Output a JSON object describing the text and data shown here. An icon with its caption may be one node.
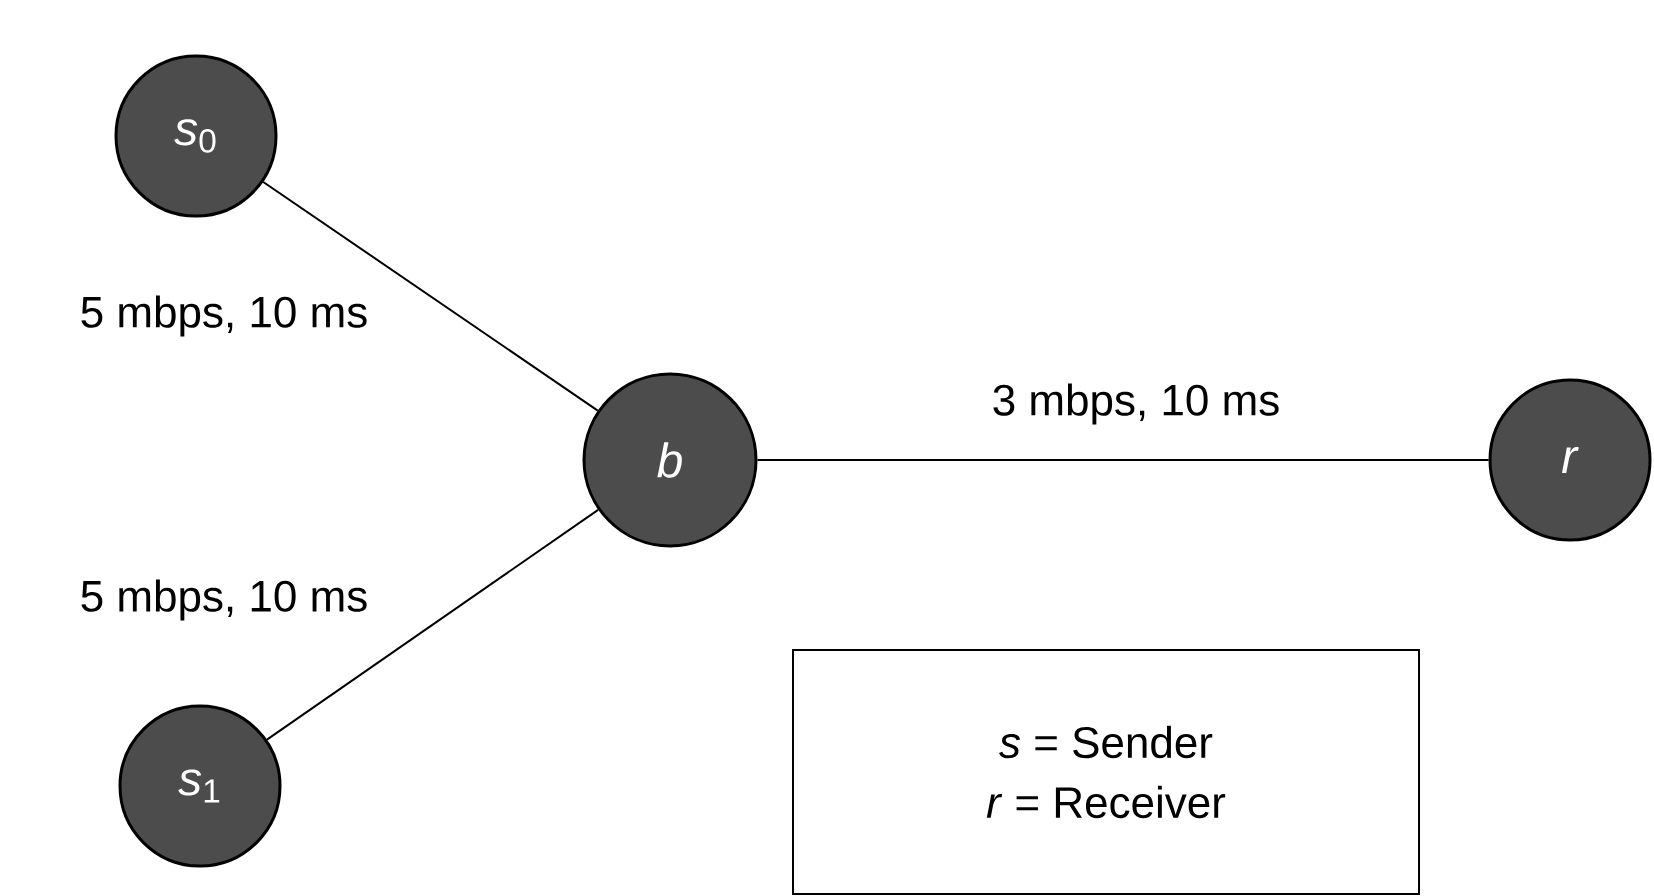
{
  "diagram": {
    "nodes": [
      {
        "text": [
          "*s*$_{0}$"
        ]
      },
      {
        "text": [
          "*b*"
        ]
      },
      {
        "text": [
          "*r*"
        ]
      },
      {
        "text": [
          "*s*$_{1}$"
        ]
      },
      {
        "text": [
          "*s* = Sender",
          "*r* = Receiver"
        ]
      }
    ],
    "edges": [
      {
        "from": 0,
        "to": 1,
        "arrow": "none",
        "label": "5 mbps, 10 ms"
      },
      {
        "from": 1,
        "to": 2,
        "arrow": "none",
        "label": "3 mbps, 10 ms"
      },
      {
        "from": 3,
        "to": 1,
        "arrow": "none",
        "label": "5 mbps, 10 ms"
      }
    ]
  }
}
